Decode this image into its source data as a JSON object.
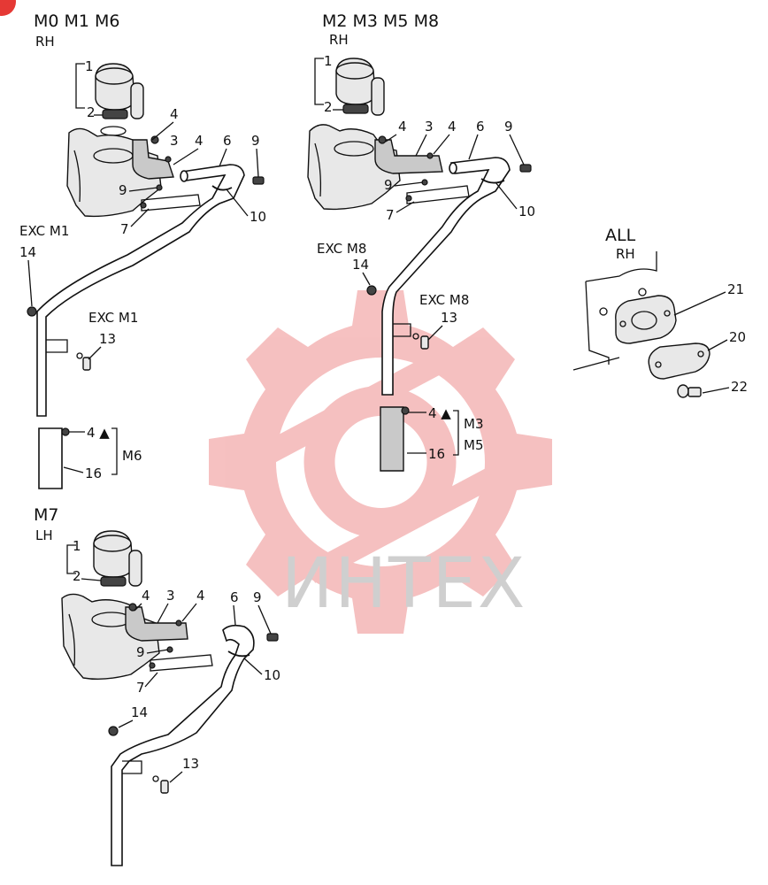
{
  "watermark": {
    "brand_text": "ИНТЕХ",
    "gear_color": "#f4b6b6",
    "text_color": "#cfcfcf"
  },
  "corner_badge_color": "#e53935",
  "groups": {
    "g1": {
      "models": "M0 M1 M6",
      "side": "RH",
      "note_exc1": "EXC M1",
      "note_exc2": "EXC M1",
      "note_m6": "M6",
      "note_4a": "4 ▲"
    },
    "g2": {
      "models": "M2 M3 M5 M8",
      "side": "RH",
      "note_exc1": "EXC M8",
      "note_exc2": "EXC M8",
      "note_m3": "M3",
      "note_m5": "M5",
      "note_4a": "4 ▲"
    },
    "g3": {
      "models": "M7",
      "side": "LH"
    },
    "g4": {
      "models": "ALL",
      "side": "RH"
    }
  },
  "callouts": {
    "p1": "1",
    "p2": "2",
    "p3": "3",
    "p4": "4",
    "p6": "6",
    "p7": "7",
    "p9": "9",
    "p10": "10",
    "p13": "13",
    "p14": "14",
    "p16": "16",
    "p20": "20",
    "p21": "21",
    "p22": "22"
  }
}
